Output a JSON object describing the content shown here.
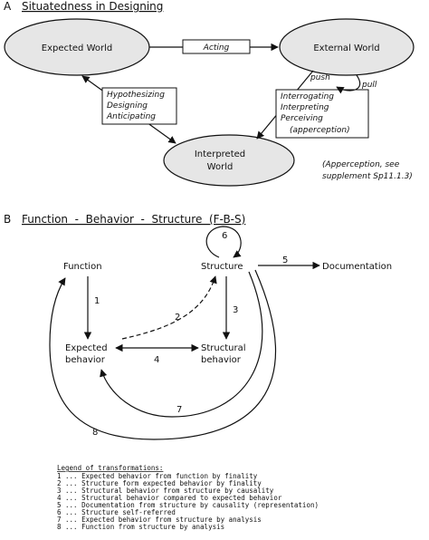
{
  "section_a": {
    "letter": "A",
    "title": "Situatedness in Designing",
    "nodes": {
      "expected_world": "Expected World",
      "external_world": "External World",
      "interpreted_world_1": "Interpreted",
      "interpreted_world_2": "World"
    },
    "acting": "Acting",
    "push": "push",
    "pull": "pull",
    "left_box": [
      "Hypothesizing",
      "Designing",
      "Anticipating"
    ],
    "right_box": [
      "Interrogating",
      "Interpreting",
      "Perceiving",
      "(apperception)"
    ],
    "note": [
      "(Apperception, see",
      "supplement Sp11.1.3)"
    ]
  },
  "section_b": {
    "letter": "B",
    "title": "Function  -  Behavior  -  Structure  (F-B-S)",
    "nodes": {
      "function": "Function",
      "structure": "Structure",
      "documentation": "Documentation",
      "expected_behavior_1": "Expected",
      "expected_behavior_2": "behavior",
      "structural_behavior_1": "Structural",
      "structural_behavior_2": "behavior"
    },
    "numbers": {
      "n1": "1",
      "n2": "2",
      "n3": "3",
      "n4": "4",
      "n5": "5",
      "n6": "6",
      "n7": "7",
      "n8": "8"
    },
    "legend_title": "Legend of transformations:",
    "legend": [
      "1 ... Expected behavior from function by finality",
      "2 ... Structure form expected behavior by finality",
      "3 ... Structural behavior from structure by causality",
      "4 ... Structural behavior compared to expected behavior",
      "5 ... Documentation from structure by causality (representation)",
      "6 ... Structure self-referred",
      "7 ... Expected behavior from structure by analysis",
      "8 ... Function from structure by analysis"
    ]
  }
}
